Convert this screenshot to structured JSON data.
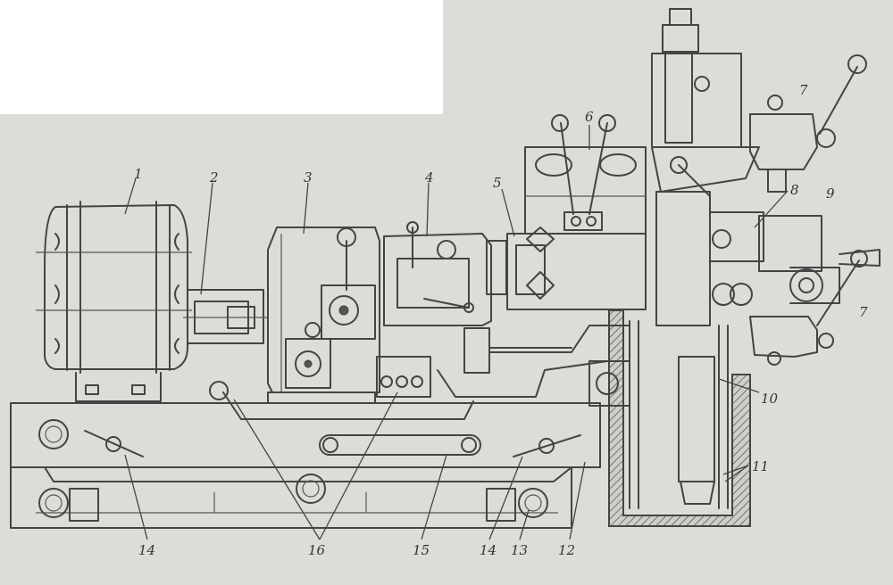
{
  "labels": {
    "l1": "1",
    "l2": "2",
    "l3": "3",
    "l4": "4",
    "l5": "5",
    "l6": "6",
    "l7a": "7",
    "l7b": "7",
    "l8": "8",
    "l9": "9",
    "l10": "10",
    "l11": "11",
    "l12": "12",
    "l13": "13",
    "l14a": "14",
    "l14b": "14",
    "l15": "15",
    "l16": "16"
  },
  "colors": {
    "paper": "#dcdcd8",
    "ink": "#444444",
    "blank": "#ffffff"
  }
}
